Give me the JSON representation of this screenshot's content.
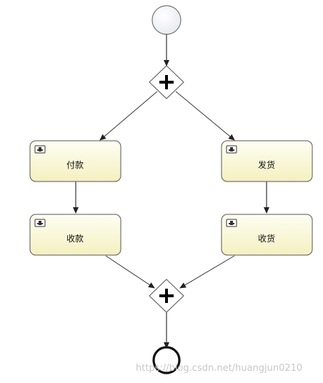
{
  "diagram": {
    "tasks": [
      {
        "id": "pay",
        "label": "付款"
      },
      {
        "id": "ship",
        "label": "发货"
      },
      {
        "id": "receive-payment",
        "label": "收款"
      },
      {
        "id": "receive-goods",
        "label": "收货"
      }
    ],
    "start_event": {
      "type": "start"
    },
    "end_event": {
      "type": "end"
    },
    "gateways": [
      {
        "id": "split",
        "type": "parallel"
      },
      {
        "id": "join",
        "type": "parallel"
      }
    ],
    "task_icon": "user-task-icon"
  },
  "watermark": "https://blog.csdn.net/huangjun0210",
  "colors": {
    "task_fill_top": "#fefef2",
    "task_fill_bottom": "#f6f2c2",
    "task_stroke": "#555555",
    "edge": "#333333"
  }
}
